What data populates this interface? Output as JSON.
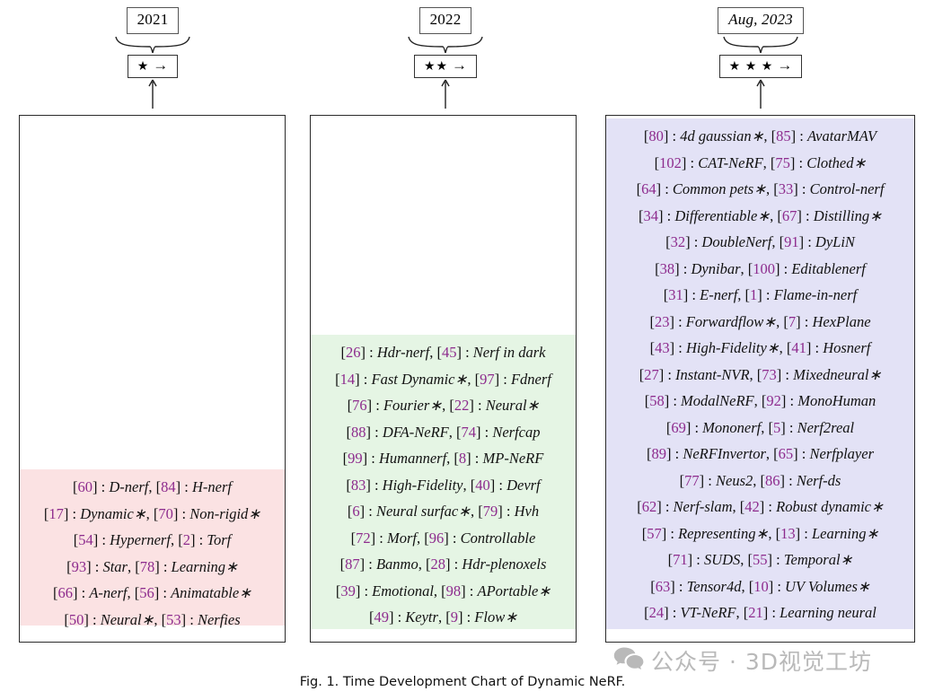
{
  "figure": {
    "caption": "Fig. 1.  Time Development Chart of Dynamic NeRF.",
    "ref_color": "#8d2b8d"
  },
  "watermark": {
    "icon": "wechat-icon",
    "text": "公众号 · 3D视觉工坊"
  },
  "columns": [
    {
      "year_label": "2021",
      "stars": "★",
      "arrow": "→",
      "fill_color": "#fbe2e3",
      "entries": [
        {
          "ref1": "60",
          "name1": "D-nerf",
          "ref2": "84",
          "name2": "H-nerf"
        },
        {
          "ref1": "17",
          "name1": "Dynamic∗",
          "ref2": "70",
          "name2": "Non-rigid∗"
        },
        {
          "ref1": "54",
          "name1": "Hypernerf",
          "ref2": "2",
          "name2": "Torf"
        },
        {
          "ref1": "93",
          "name1": "Star",
          "ref2": "78",
          "name2": "Learning∗"
        },
        {
          "ref1": "66",
          "name1": "A-nerf",
          "ref2": "56",
          "name2": "Animatable∗"
        },
        {
          "ref1": "50",
          "name1": "Neural∗",
          "ref2": "53",
          "name2": "Nerfies"
        }
      ]
    },
    {
      "year_label": "2022",
      "stars": "★★",
      "arrow": "→",
      "fill_color": "#e5f5e4",
      "entries": [
        {
          "ref1": "26",
          "name1": "Hdr-nerf",
          "ref2": "45",
          "name2": "Nerf in dark"
        },
        {
          "ref1": "14",
          "name1": "Fast Dynamic∗",
          "ref2": "97",
          "name2": "Fdnerf"
        },
        {
          "ref1": "76",
          "name1": "Fourier∗",
          "ref2": "22",
          "name2": "Neural∗"
        },
        {
          "ref1": "88",
          "name1": "DFA-NeRF",
          "ref2": "74",
          "name2": "Nerfcap"
        },
        {
          "ref1": "99",
          "name1": "Humannerf",
          "ref2": "8",
          "name2": "MP-NeRF"
        },
        {
          "ref1": "83",
          "name1": "High-Fidelity",
          "ref2": "40",
          "name2": "Devrf"
        },
        {
          "ref1": "6",
          "name1": "Neural surfac∗",
          "ref2": "79",
          "name2": "Hvh"
        },
        {
          "ref1": "72",
          "name1": "Morf",
          "ref2": "96",
          "name2": "Controllable"
        },
        {
          "ref1": "87",
          "name1": "Banmo",
          "ref2": "28",
          "name2": "Hdr-plenoxels"
        },
        {
          "ref1": "39",
          "name1": "Emotional",
          "ref2": "98",
          "name2": "APortable∗"
        },
        {
          "ref1": "49",
          "name1": "Keytr",
          "ref2": "9",
          "name2": "Flow∗"
        }
      ]
    },
    {
      "year_label": "Aug, 2023",
      "stars": "★ ★ ★",
      "arrow": "→",
      "fill_color": "#e3e2f6",
      "entries": [
        {
          "ref1": "80",
          "name1": "4d gaussian∗",
          "ref2": "85",
          "name2": "AvatarMAV"
        },
        {
          "ref1": "102",
          "name1": "CAT-NeRF",
          "ref2": "75",
          "name2": "Clothed∗"
        },
        {
          "ref1": "64",
          "name1": "Common pets∗",
          "ref2": "33",
          "name2": "Control-nerf"
        },
        {
          "ref1": "34",
          "name1": "Differentiable∗",
          "ref2": "67",
          "name2": "Distilling∗"
        },
        {
          "ref1": "32",
          "name1": "DoubleNerf",
          "ref2": "91",
          "name2": "DyLiN"
        },
        {
          "ref1": "38",
          "name1": "Dynibar",
          "ref2": "100",
          "name2": "Editablenerf"
        },
        {
          "ref1": "31",
          "name1": "E-nerf",
          "ref2": "1",
          "name2": "Flame-in-nerf"
        },
        {
          "ref1": "23",
          "name1": "Forwardflow∗",
          "ref2": "7",
          "name2": "HexPlane"
        },
        {
          "ref1": "43",
          "name1": "High-Fidelity∗",
          "ref2": "41",
          "name2": "Hosnerf"
        },
        {
          "ref1": "27",
          "name1": "Instant-NVR",
          "ref2": "73",
          "name2": "Mixedneural∗"
        },
        {
          "ref1": "58",
          "name1": "ModalNeRF",
          "ref2": "92",
          "name2": "MonoHuman"
        },
        {
          "ref1": "69",
          "name1": "Mononerf",
          "ref2": "5",
          "name2": "Nerf2real"
        },
        {
          "ref1": "89",
          "name1": "NeRFInvertor",
          "ref2": "65",
          "name2": "Nerfplayer"
        },
        {
          "ref1": "77",
          "name1": "Neus2",
          "ref2": "86",
          "name2": "Nerf-ds"
        },
        {
          "ref1": "62",
          "name1": "Nerf-slam",
          "ref2": "42",
          "name2": "Robust dynamic∗"
        },
        {
          "ref1": "57",
          "name1": "Representing∗",
          "ref2": "13",
          "name2": "Learning∗"
        },
        {
          "ref1": "71",
          "name1": "SUDS",
          "ref2": "55",
          "name2": "Temporal∗"
        },
        {
          "ref1": "63",
          "name1": "Tensor4d",
          "ref2": "10",
          "name2": "UV Volumes∗"
        },
        {
          "ref1": "24",
          "name1": "VT-NeRF",
          "ref2": "21",
          "name2": "Learning neural"
        }
      ]
    }
  ]
}
